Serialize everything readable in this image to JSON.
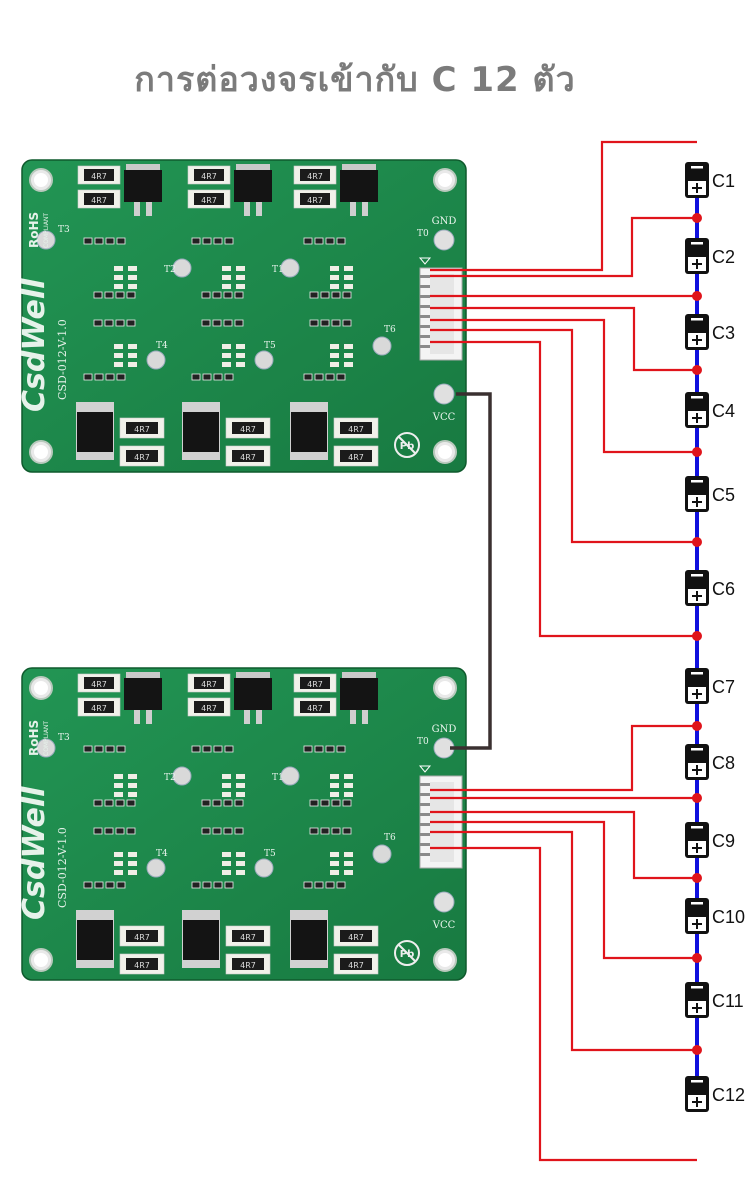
{
  "title": "การต่อวงจรเข้ากับ C 12 ตัว",
  "boards": [
    {
      "brand": "CsdWell",
      "model": "CSD-012-V-1.0",
      "rohs": "RoHS",
      "rohs_sub": "COMPLIANT",
      "resistor_code": "4R7",
      "gnd_label": "GND",
      "vcc_label": "VCC",
      "t_labels": [
        "T0",
        "T1",
        "T2",
        "T3",
        "T4",
        "T5",
        "T6"
      ]
    },
    {
      "brand": "CsdWell",
      "model": "CSD-012-V-1.0",
      "rohs": "RoHS",
      "rohs_sub": "COMPLIANT",
      "resistor_code": "4R7",
      "gnd_label": "GND",
      "vcc_label": "VCC",
      "t_labels": [
        "T0",
        "T1",
        "T2",
        "T3",
        "T4",
        "T5",
        "T6"
      ]
    }
  ],
  "cells": [
    "C1",
    "C2",
    "C3",
    "C4",
    "C5",
    "C6",
    "C7",
    "C8",
    "C9",
    "C10",
    "C11",
    "C12"
  ],
  "colors": {
    "title": "#7b7b7b",
    "pcb": "#1f8a4c",
    "balance_wire": "#e0141b",
    "series_wire": "#1010dd",
    "link_wire": "#3a3030",
    "cell_body": "#111111"
  }
}
